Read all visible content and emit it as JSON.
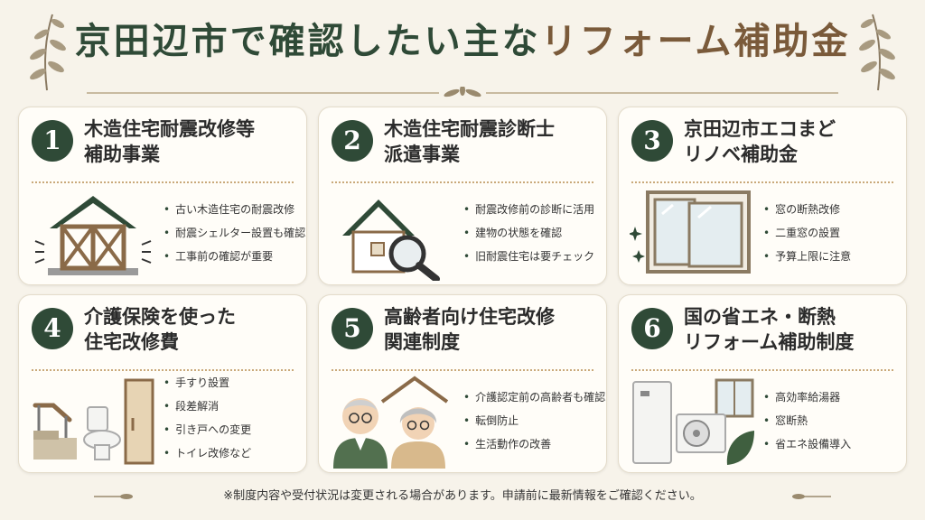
{
  "title": {
    "part1": "京田辺市で確認したい主な",
    "part2": "リフォーム補助金"
  },
  "cards": [
    {
      "num": "1",
      "line1": "木造住宅耐震改修等",
      "line2": "補助事業",
      "bullets": [
        "古い木造住宅の耐震改修",
        "耐震シェルター設置も確認",
        "工事前の確認が重要"
      ]
    },
    {
      "num": "2",
      "line1": "木造住宅耐震診断士",
      "line2": "派遣事業",
      "bullets": [
        "耐震改修前の診断に活用",
        "建物の状態を確認",
        "旧耐震住宅は要チェック"
      ]
    },
    {
      "num": "3",
      "line1": "京田辺市エコまど",
      "line2": "リノベ補助金",
      "bullets": [
        "窓の断熱改修",
        "二重窓の設置",
        "予算上限に注意"
      ]
    },
    {
      "num": "4",
      "line1": "介護保険を使った",
      "line2": "住宅改修費",
      "bullets": [
        "手すり設置",
        "段差解消",
        "引き戸への変更",
        "トイレ改修など"
      ]
    },
    {
      "num": "5",
      "line1": "高齢者向け住宅改修",
      "line2": "関連制度",
      "bullets": [
        "介護認定前の高齢者も確認",
        "転倒防止",
        "生活動作の改善"
      ]
    },
    {
      "num": "6",
      "line1": "国の省エネ・断熱",
      "line2": "リフォーム補助制度",
      "bullets": [
        "高効率給湯器",
        "窓断熱",
        "省エネ設備導入"
      ]
    }
  ],
  "note": "※制度内容や受付状況は変更される場合があります。申請前に最新情報をご確認ください。",
  "colors": {
    "accent": "#2f4a37",
    "brown": "#7a5a3a",
    "background": "#f7f3ea"
  },
  "icons": [
    "house-frame-icon",
    "house-magnifier-icon",
    "window-icon",
    "handrail-toilet-door-icon",
    "elderly-couple-icon",
    "water-heater-ac-icon"
  ]
}
